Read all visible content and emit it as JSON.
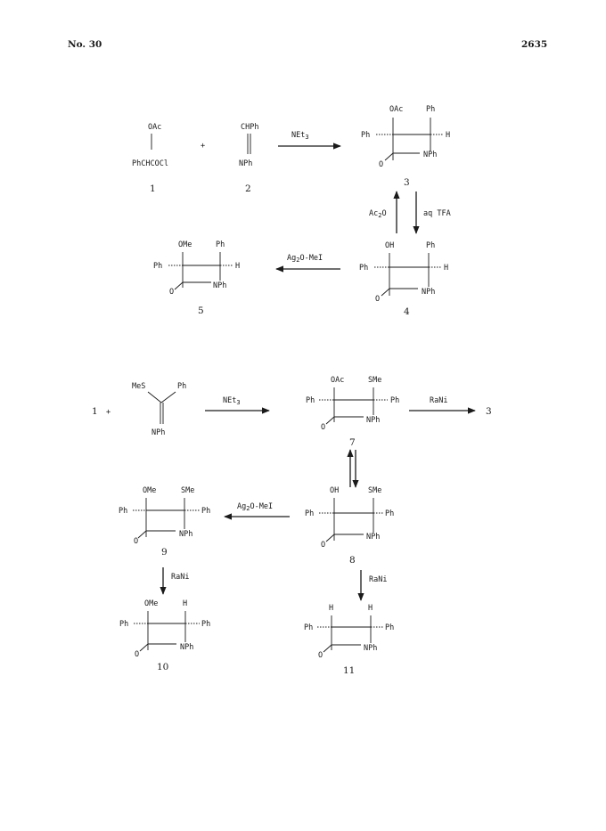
{
  "header": {
    "left": "No. 30",
    "right": "2635"
  },
  "scheme1": {
    "c1": {
      "top": "OAc",
      "main": "PhCHCOCl",
      "num": "1"
    },
    "plus": "+",
    "c2": {
      "top": "CHPh",
      "bottom": "NPh",
      "num": "2"
    },
    "arrow1_label": "NEt3",
    "c3": {
      "s1": "OAc",
      "s2": "Ph",
      "left": "Ph",
      "right": "H",
      "n": "NPh",
      "o": "O",
      "num": "3"
    },
    "rev_up": "Ac2O",
    "rev_down": "aq TFA",
    "c4": {
      "s1": "OH",
      "s2": "Ph",
      "left": "Ph",
      "right": "H",
      "n": "NPh",
      "o": "O",
      "num": "4"
    },
    "arrow2_label": "Ag2O-MeI",
    "c5": {
      "s1": "OMe",
      "s2": "Ph",
      "left": "Ph",
      "right": "H",
      "n": "NPh",
      "o": "O",
      "num": "5"
    }
  },
  "scheme2": {
    "start": "1",
    "plus": "+",
    "reagent": {
      "left": "MeS",
      "right": "Ph",
      "bottom": "NPh"
    },
    "arrow1_label": "NEt3",
    "c7": {
      "s1": "OAc",
      "s2": "SMe",
      "left": "Ph",
      "right": "Ph",
      "n": "NPh",
      "o": "O",
      "num": "7"
    },
    "arrow_ranil_label": "RaNi",
    "product": "3",
    "c8": {
      "s1": "OH",
      "s2": "SMe",
      "left": "Ph",
      "right": "Ph",
      "n": "NPh",
      "o": "O",
      "num": "8"
    },
    "arrow2_label": "Ag2O-MeI",
    "c9": {
      "s1": "OMe",
      "s2": "SMe",
      "left": "Ph",
      "right": "Ph",
      "n": "NPh",
      "o": "O",
      "num": "9"
    },
    "arrow9_label": "RaNi",
    "c10": {
      "s1": "OMe",
      "s2": "H",
      "left": "Ph",
      "right": "Ph",
      "n": "NPh",
      "o": "O",
      "num": "10"
    },
    "arrow8_label": "RaNi",
    "c11": {
      "s1": "H",
      "s2": "H",
      "left": "Ph",
      "right": "Ph",
      "n": "NPh",
      "o": "O",
      "num": "11"
    }
  }
}
